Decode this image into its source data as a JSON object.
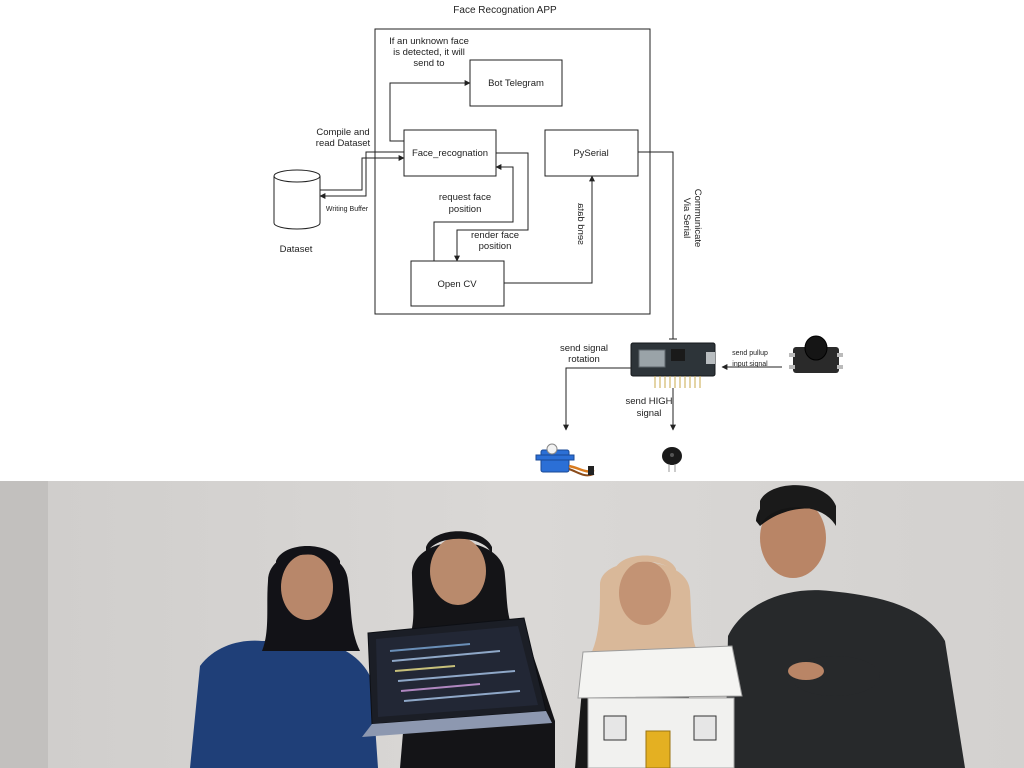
{
  "diagram": {
    "title": "Face Recognation APP",
    "nodes": {
      "bot_telegram": "Bot Telegram",
      "face_recognation": "Face_recognation",
      "pyserial": "PySerial",
      "opencv": "Open CV",
      "dataset": "Dataset"
    },
    "edge_labels": {
      "unknown_face": [
        "If an unknown face",
        "is detected, it will",
        "send to"
      ],
      "compile_read": [
        "Compile and",
        "read Dataset"
      ],
      "writing_buffer": "Writing Buffer",
      "request_face": [
        "request face",
        "position"
      ],
      "render_face": [
        "render face",
        "position"
      ],
      "send_data": "send data",
      "communicate": [
        "Communicate",
        "Via Serial"
      ],
      "send_pullup": [
        "send pullup",
        "input signal"
      ],
      "send_signal_rotation": [
        "send signal",
        "rotation"
      ],
      "send_high": [
        "send HIGH",
        "signal"
      ]
    },
    "hardware": {
      "microcontroller": "esp8266-nodemcu-icon",
      "push_button": "push-button-icon",
      "servo": "servo-motor-icon",
      "buzzer": "buzzer-icon"
    }
  },
  "photo": {
    "subject": "team-photo",
    "items": [
      "laptop-icon",
      "house-model-icon"
    ]
  }
}
